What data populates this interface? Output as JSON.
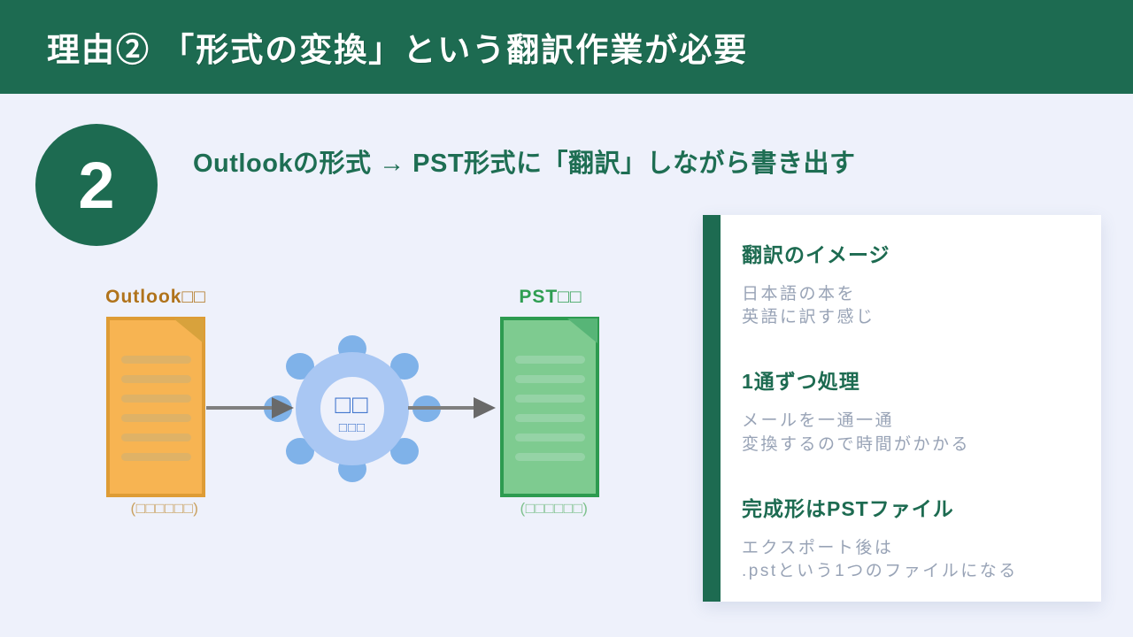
{
  "header": {
    "title": "理由② 「形式の変換」という翻訳作業が必要"
  },
  "step": {
    "number": "2",
    "subtitle": "Outlookの形式 → PST形式に「翻訳」しながら書き出す"
  },
  "diagram": {
    "source_doc": {
      "label": "Outlook□□",
      "caption": "(□□□□□□)"
    },
    "converter": {
      "label_line1": "□□",
      "label_line2": "□□□"
    },
    "target_doc": {
      "label": "PST□□",
      "caption": "(□□□□□□)"
    }
  },
  "card": {
    "sections": [
      {
        "heading": "翻訳のイメージ",
        "body_line1": "日本語の本を",
        "body_line2": "英語に訳す感じ"
      },
      {
        "heading": "1通ずつ処理",
        "body_line1": "メールを一通一通",
        "body_line2": "変換するので時間がかかる"
      },
      {
        "heading": "完成形はPSTファイル",
        "body_line1": "エクスポート後は",
        "body_line2": ".pstという1つのファイルになる"
      }
    ]
  },
  "colors": {
    "brand_green": "#1d6b51",
    "page_background": "#eef1fb",
    "card_body_text": "#98a3b6",
    "outlook_doc_fill": "#f7b452",
    "outlook_doc_border": "#de9c35",
    "outlook_label": "#b0731b",
    "pst_doc_fill": "#7ecb90",
    "pst_doc_border": "#2d9b50",
    "pst_label": "#2f9e52",
    "converter_petal_blue": "#7fb2e9",
    "converter_ring_blue": "#a9c7f3",
    "converter_text_blue": "#4377ce",
    "arrow_gray": "#7f7f7f"
  }
}
